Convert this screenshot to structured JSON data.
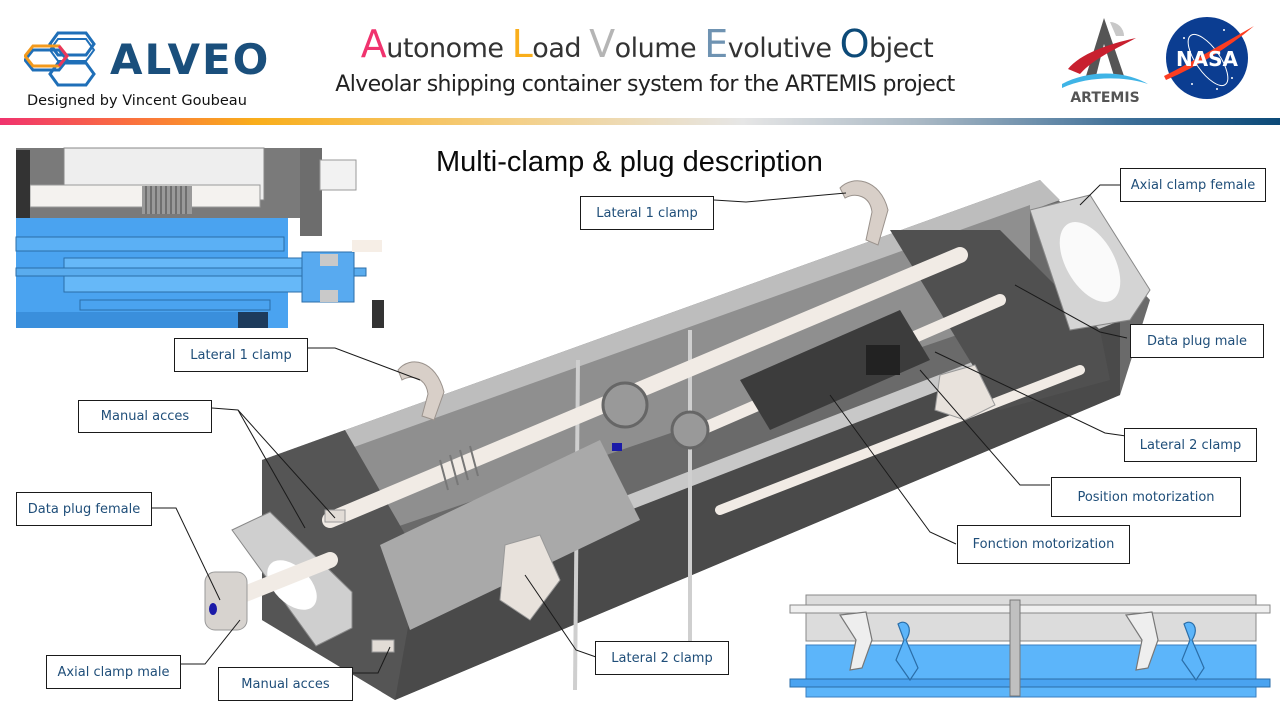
{
  "header": {
    "brand": "ALVEO",
    "designer": "Designed by Vincent Goubeau",
    "acronym": [
      {
        "initial": "A",
        "rest": "utonome ",
        "color": "#f0336e"
      },
      {
        "initial": "L",
        "rest": "oad ",
        "color": "#f9ae1b"
      },
      {
        "initial": "V",
        "rest": "olume ",
        "color": "#b5b5b5"
      },
      {
        "initial": "E",
        "rest": "volutive ",
        "color": "#6f93b2"
      },
      {
        "initial": "O",
        "rest": "bject",
        "color": "#0c4a78"
      }
    ],
    "subtitle": "Alveolar shipping container system for the ARTEMIS project",
    "partner_logos": [
      {
        "name": "artemis-logo",
        "text": "ARTEMIS"
      },
      {
        "name": "nasa-logo",
        "text": "NASA"
      }
    ]
  },
  "colors": {
    "brand_blue": "#1a4f7c",
    "callout_text": "#1f4e79",
    "cad_blue": "#4fa8f0",
    "cad_gray": "#5a5a5a"
  },
  "slide": {
    "title": "Multi-clamp & plug description"
  },
  "callouts": {
    "lateral1_top": "Lateral 1 clamp",
    "axial_female": "Axial clamp female",
    "data_plug_male": "Data plug male",
    "lateral1_left": "Lateral 1 clamp",
    "manual_acces_top": "Manual acces",
    "lateral2_right": "Lateral 2 clamp",
    "position_motorization": "Position motorization",
    "data_plug_female": "Data plug female",
    "fonction_motorization": "Fonction motorization",
    "lateral2_bottom": "Lateral 2 clamp",
    "axial_clamp_male": "Axial clamp male",
    "manual_acces_bottom": "Manual acces"
  }
}
